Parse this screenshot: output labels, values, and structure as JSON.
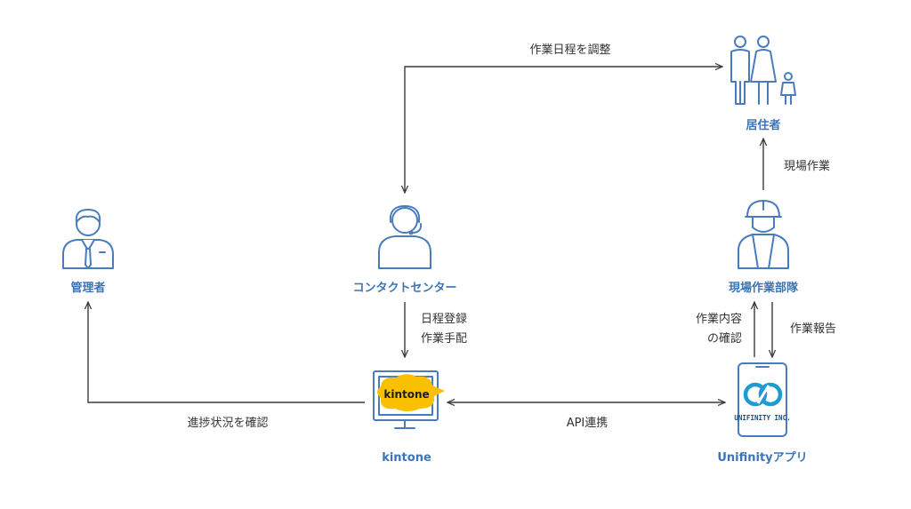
{
  "nodes": {
    "resident": {
      "label": "居住者",
      "icon": "family-icon"
    },
    "field_team": {
      "label": "現場作業部隊",
      "icon": "construction-worker-icon"
    },
    "contact_center": {
      "label": "コンタクトセンター",
      "icon": "headset-operator-icon"
    },
    "manager": {
      "label": "管理者",
      "icon": "businessman-icon"
    },
    "kintone": {
      "label": "kintone",
      "icon": "monitor-icon",
      "logo_text": "kintone",
      "logo_color": "#f9c000"
    },
    "unifinity": {
      "label": "Unifinityアプリ",
      "icon": "smartphone-icon",
      "logo_text": "UNIFINITY INC.",
      "logo_color": "#1f9bd1"
    }
  },
  "edges": {
    "adjust_schedule": {
      "label": "作業日程を調整"
    },
    "field_work": {
      "label": "現場作業"
    },
    "register": {
      "line1": "日程登録",
      "line2": "作業手配"
    },
    "confirm_details": {
      "line1": "作業内容",
      "line2": "の確認"
    },
    "report": {
      "label": "作業報告"
    },
    "progress_check": {
      "label": "進捗状況を確認"
    },
    "api_link": {
      "label": "API連携"
    }
  },
  "colors": {
    "accent": "#3d74b8",
    "icon": "#4a7cbd",
    "arrow": "#3a3a3a",
    "text": "#333333"
  }
}
